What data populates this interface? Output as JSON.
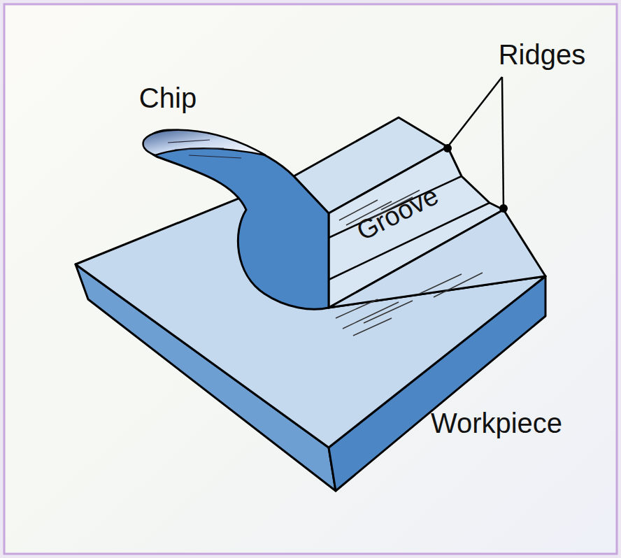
{
  "diagram": {
    "labels": [
      "Chip",
      "Ridges",
      "Groove",
      "Workpiece"
    ]
  }
}
